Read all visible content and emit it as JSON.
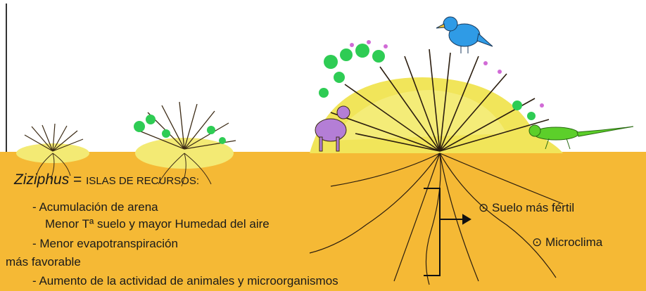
{
  "title": {
    "genus": "Ziziphus",
    "equals": " = ",
    "rest": "ISLAS DE RECURSOS:"
  },
  "causes": [
    "- Acumulación de arena",
    "Menor Tª suelo y mayor Humedad del aire",
    "- Menor evapotranspiración",
    "más favorable",
    "- Aumento de la actividad de animales y microorganismos"
  ],
  "outcomes": [
    "⊙ Suelo más fértil",
    "⊙ Microclima"
  ],
  "colors": {
    "soil": "#f5b935",
    "mound": "#f3ea74",
    "foliage": "#2ecc54",
    "bird": "#2f9be6",
    "goat": "#b47ed6",
    "lizard": "#5ccf2a"
  }
}
